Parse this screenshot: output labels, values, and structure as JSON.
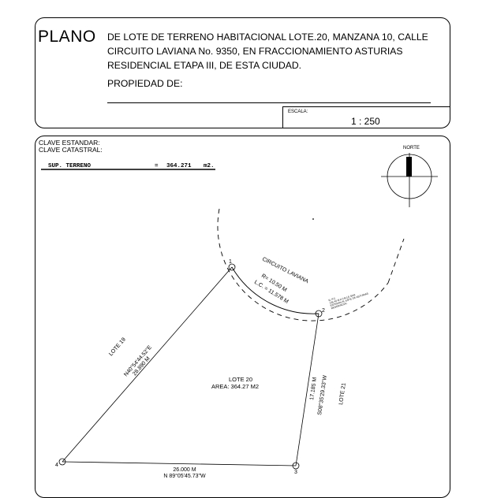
{
  "header": {
    "title": "PLANO",
    "description": "DE LOTE DE TERRENO HABITACIONAL LOTE.20, MANZANA 10, CALLE CIRCUITO LAVIANA No. 9350, EN FRACCIONAMIENTO ASTURIAS RESIDENCIAL ETAPA III, DE ESTA CIUDAD.",
    "owner_label": "PROPIEDAD DE:",
    "owner_value": "",
    "scale_label": "ESCALA:",
    "scale_value": "1 : 250"
  },
  "plan": {
    "clave_estandar": "CLAVE ESTANDAR:",
    "clave_catastral": "CLAVE CATASTRAL:",
    "area_label": "SUP. TERRENO",
    "area_equals": "=",
    "area_value": "364.271",
    "area_unit": "m2.",
    "north_label": "NORTE",
    "street_name": "CIRCUITO LAVIANA",
    "curve_radius": "R= 10.50 M",
    "curve_length": "L.C. = 11.578 M",
    "curve_note_lines": [
      "R. P.C.",
      "125.44 M A CALLE SAN",
      "ESTEBAN AL ESTE DE ASTURIAS",
      "RESIDENCIAL"
    ],
    "lot_name": "LOTE 20",
    "lot_area": "AREA: 364.27 M2",
    "left_neighbor": "LOTE 19",
    "right_neighbor": "LOTE 21",
    "side_1_4_bearing": "N40°54'44.52\"E",
    "side_1_4_length": "28.890 M",
    "side_2_3_length": "17.185 M",
    "side_2_3_bearing": "S08°35'29.33\"W",
    "side_3_4_length": "26.000 M",
    "side_3_4_bearing": "N 89°05'45.73\"W",
    "vertices": [
      "1",
      "2",
      "3",
      "4"
    ]
  }
}
